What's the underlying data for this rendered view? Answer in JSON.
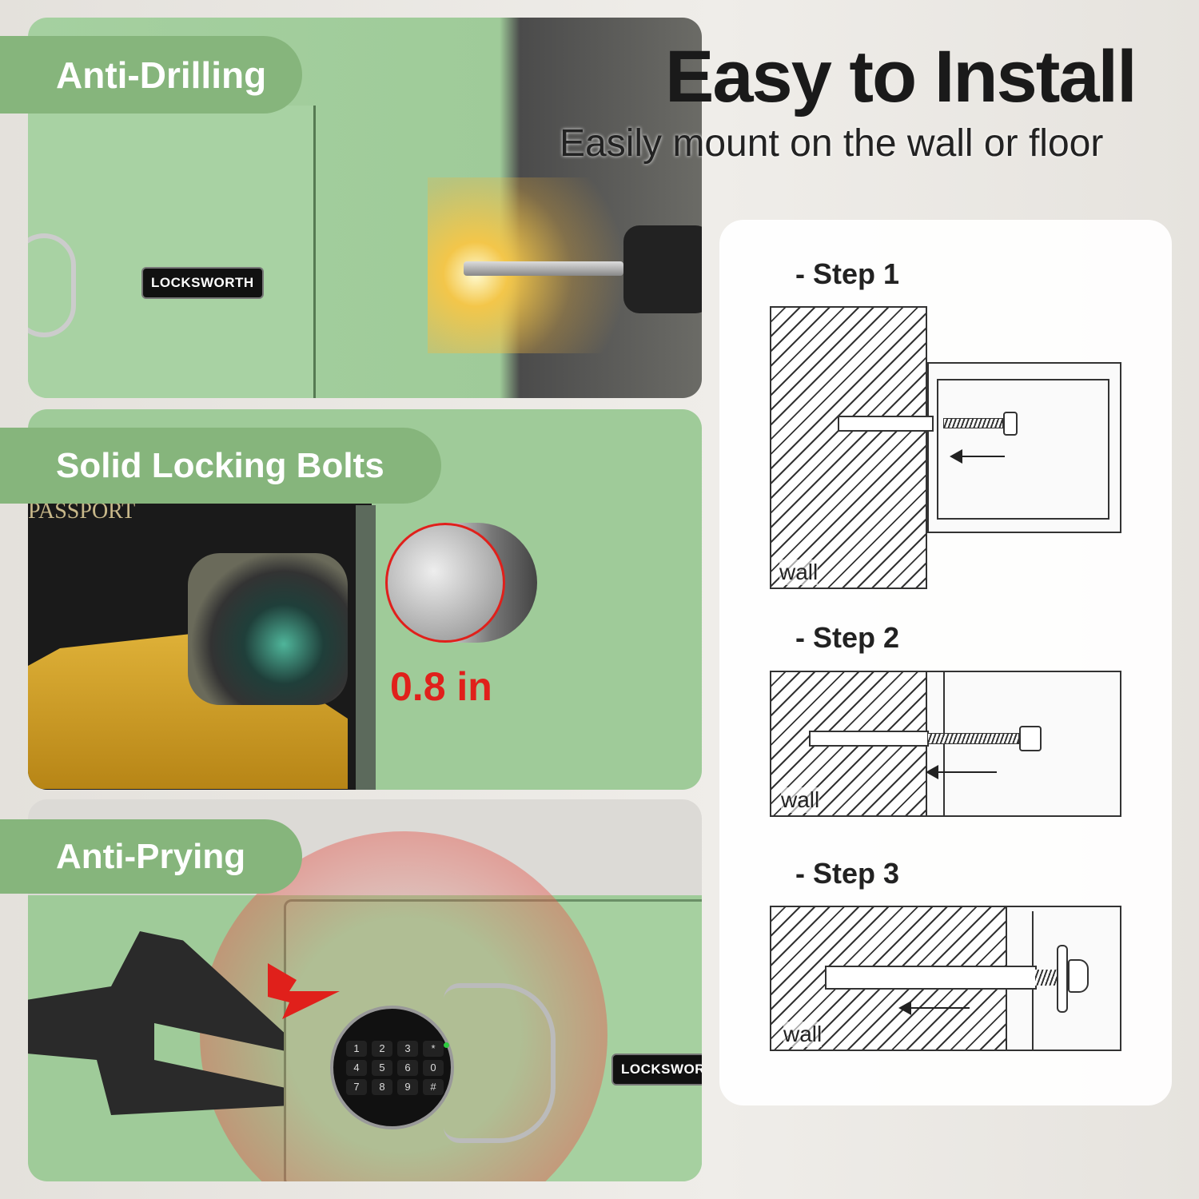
{
  "header": {
    "title": "Easy to Install",
    "subtitle": "Easily mount on the wall or floor"
  },
  "features": [
    {
      "label": "Anti-Drilling"
    },
    {
      "label": "Solid Locking Bolts"
    },
    {
      "label": "Anti-Prying"
    }
  ],
  "brand": {
    "badge_1": "LOCKSWORTH",
    "badge_2": "LOCKSWORT"
  },
  "bolt": {
    "measurement": "0.8 in",
    "passport_text": "PASSPORT"
  },
  "keypad": {
    "keys": [
      "1",
      "2",
      "3",
      "*",
      "4",
      "5",
      "6",
      "0",
      "7",
      "8",
      "9",
      "#"
    ]
  },
  "steps": [
    {
      "label": "- Step 1",
      "wall_label": "wall"
    },
    {
      "label": "- Step 2",
      "wall_label": "wall"
    },
    {
      "label": "- Step 3",
      "wall_label": "wall"
    }
  ],
  "colors": {
    "pill": "#86b57c",
    "safe_green": "#9fcb99",
    "accent_red": "#e0201b"
  }
}
